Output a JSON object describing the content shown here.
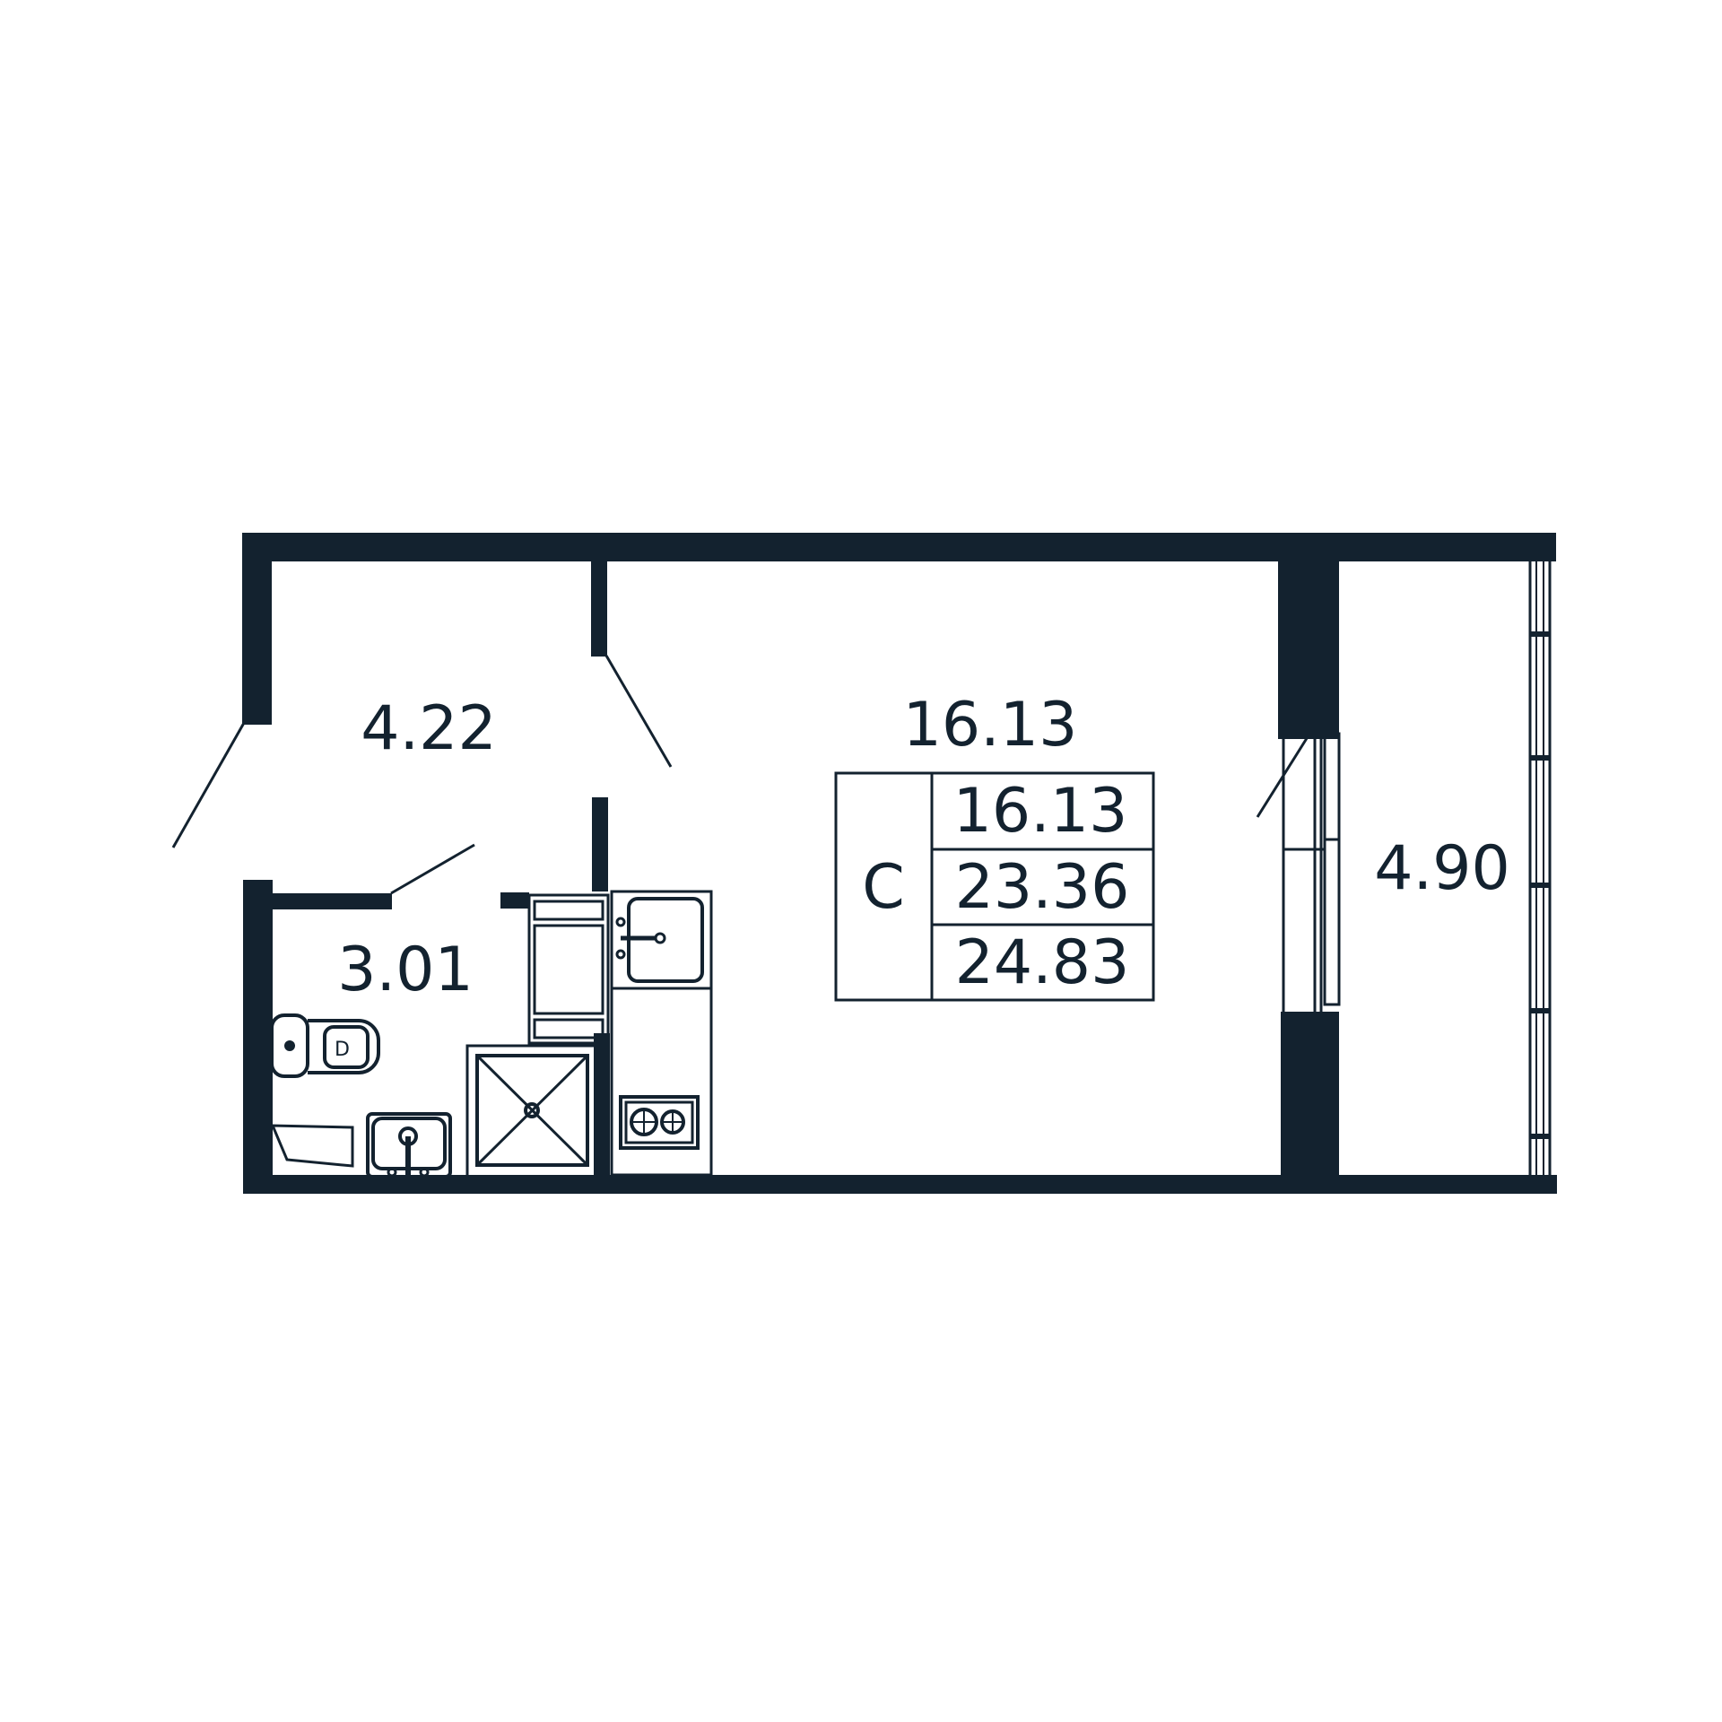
{
  "colors": {
    "wall": "#13222f",
    "background": "#ffffff"
  },
  "rooms": {
    "hallway": {
      "area": "4.22"
    },
    "bathroom": {
      "area": "3.01"
    },
    "living_room": {
      "area": "16.13"
    },
    "balcony": {
      "area": "4.90"
    }
  },
  "summary_table": {
    "type_label": "С",
    "living_area": "16.13",
    "total_area": "23.36",
    "total_with_balcony": "24.83"
  },
  "fixtures": [
    "toilet-icon",
    "washbasin-icon",
    "shower-tray-icon",
    "washing-machine-icon",
    "kitchen-sink-icon",
    "stove-icon",
    "bathtub-corner-icon"
  ]
}
